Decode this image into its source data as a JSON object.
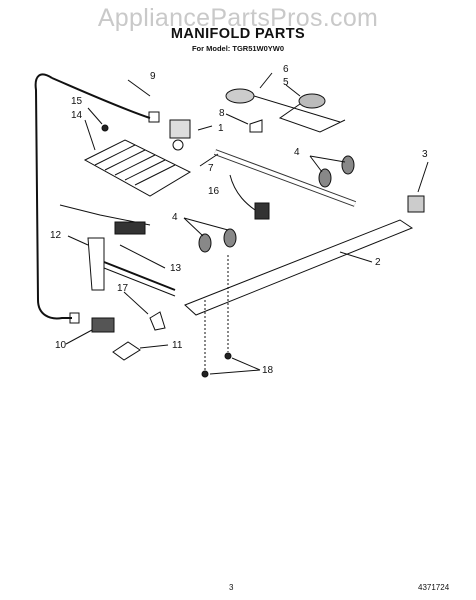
{
  "watermark": "AppliancePartsPros.com",
  "title": "MANIFOLD PARTS",
  "subtitle": "For Model: TGR51W0YW0",
  "footer": {
    "page_number": "3",
    "document_number": "4371724"
  },
  "callouts": [
    "9",
    "15",
    "14",
    "8",
    "1",
    "6",
    "5",
    "7",
    "4",
    "3",
    "16",
    "4",
    "12",
    "13",
    "2",
    "17",
    "10",
    "11",
    "18"
  ]
}
